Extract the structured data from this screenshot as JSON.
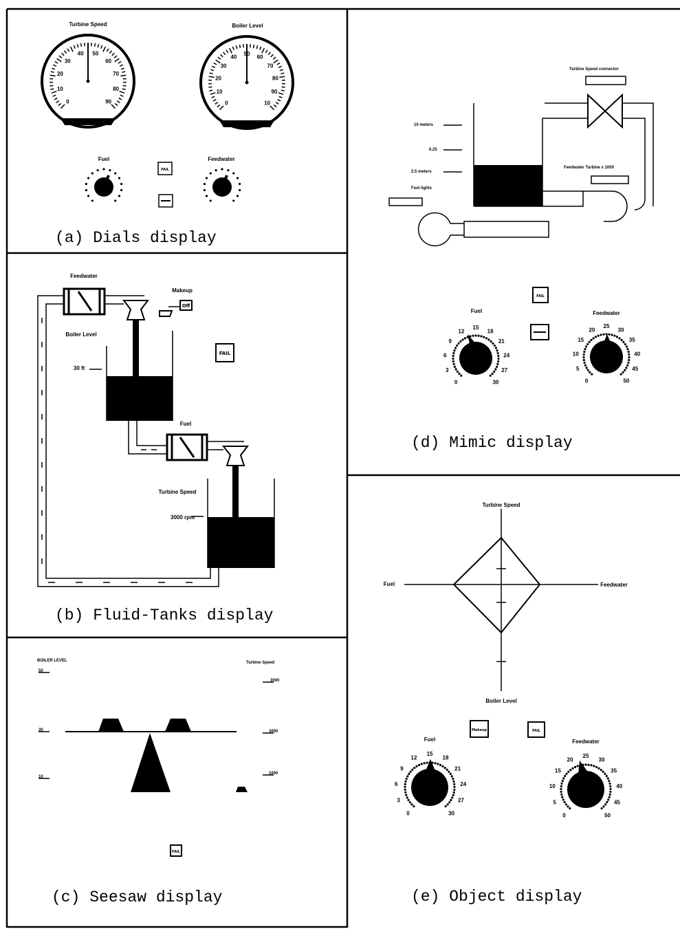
{
  "dials": {
    "caption": "(a) Dials display",
    "turbine_label": "Turbine Speed",
    "boiler_label": "Boiler Level",
    "turbine_ticks": [
      "0",
      "10",
      "20",
      "30",
      "40",
      "50",
      "60",
      "70",
      "80",
      "90"
    ],
    "boiler_ticks": [
      "0",
      "10",
      "20",
      "30",
      "40",
      "50",
      "60",
      "70",
      "80",
      "90",
      "10"
    ],
    "fuel_label": "Fuel",
    "feedwater_label": "Feedwater",
    "fail_label": "FAIL"
  },
  "fluid": {
    "caption": "(b) Fluid-Tanks display",
    "feedwater_label": "Feedwater",
    "makeup_label": "Makeup",
    "off_label": "Off",
    "boiler_label": "Boiler Level",
    "boiler_mark": "30 ft",
    "fail_label": "FAIL",
    "fuel_label": "Fuel",
    "turbine_label": "Turbine Speed",
    "turbine_mark": "3000 rpm"
  },
  "seesaw": {
    "caption": "(c) Seesaw display",
    "boiler_label": "BOILER LEVEL",
    "turbine_label": "Turbine Speed",
    "left_marks": [
      "50",
      "30",
      "10"
    ],
    "right_marks": [
      "3000",
      "3000",
      "1000"
    ],
    "fail_label": "FAIL"
  },
  "mimic": {
    "caption": "(d) Mimic display",
    "turbine_label": "Turbine Speed connector",
    "feedwater_label": "Feedwater Turbine x 1000",
    "level_10": "10 meters",
    "level_625": "6.25",
    "level_25": "2.5 meters",
    "fuel_label": "Fuel lights",
    "fail_label": "FAIL",
    "fuel_knob_label": "Fuel",
    "feedwater_knob_label": "Feedwater",
    "fuel_ticks": [
      "0",
      "3",
      "6",
      "9",
      "12",
      "15",
      "18",
      "21",
      "24",
      "27",
      "30"
    ],
    "feedwater_ticks": [
      "0",
      "5",
      "10",
      "15",
      "20",
      "25",
      "30",
      "35",
      "40",
      "45",
      "50"
    ]
  },
  "object": {
    "caption": "(e) Object display",
    "turbine_label": "Turbine Speed",
    "fuel_label": "Fuel",
    "feedwater_label": "Feedwater",
    "boiler_label": "Boiler Level",
    "makeup_label": "Makeup",
    "fail_label": "FAIL",
    "fuel_knob_label": "Fuel",
    "feedwater_knob_label": "Feedwater",
    "fuel_ticks": [
      "0",
      "3",
      "6",
      "9",
      "12",
      "15",
      "18",
      "21",
      "24",
      "27",
      "30"
    ],
    "feedwater_ticks": [
      "0",
      "5",
      "10",
      "15",
      "20",
      "25",
      "30",
      "35",
      "40",
      "45",
      "50"
    ]
  }
}
